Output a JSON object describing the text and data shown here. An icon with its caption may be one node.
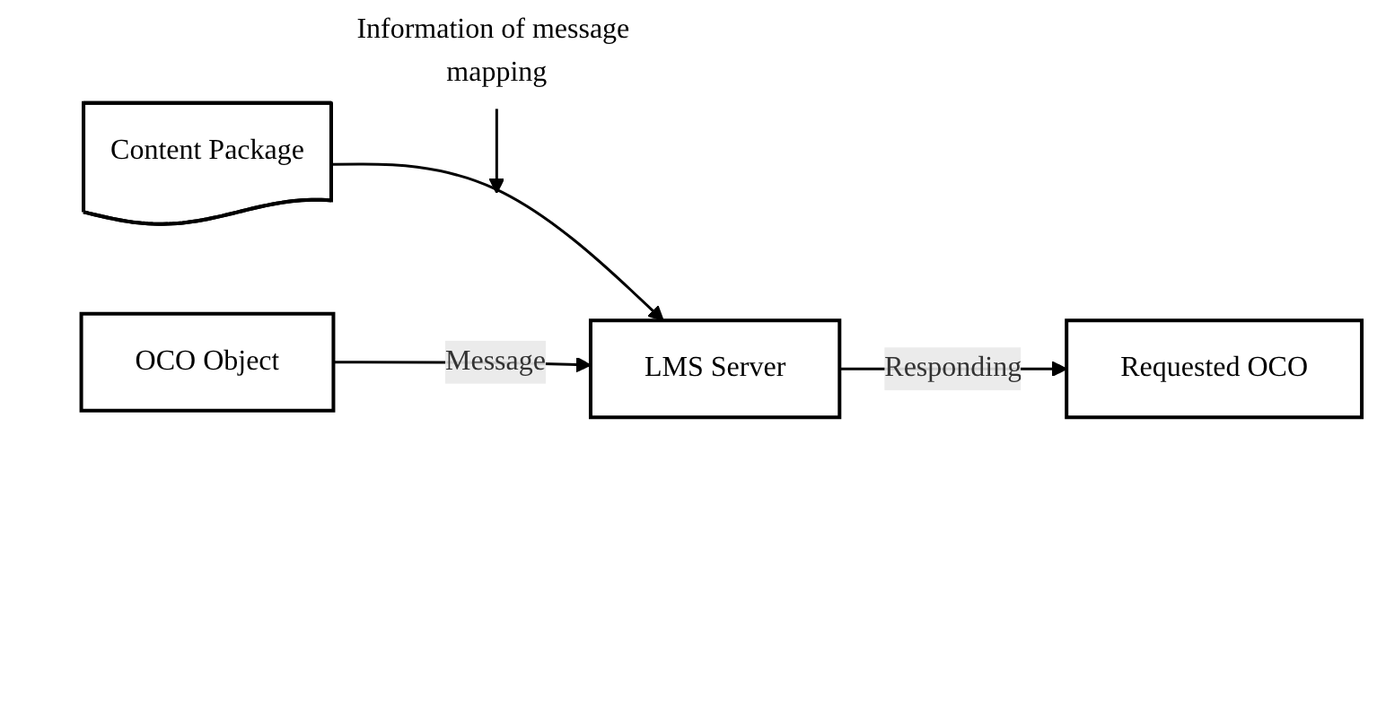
{
  "diagram": {
    "nodes": [
      {
        "text": [
          "LMS Server"
        ]
      },
      {
        "text": [
          "Content Package"
        ]
      },
      {
        "text": [
          "OCO Object"
        ]
      },
      {
        "text": [
          "Requested OCO"
        ]
      },
      {
        "text": [
          "Information of message mapping"
        ]
      }
    ],
    "edges": [
      {
        "from": 1,
        "to": 0,
        "arrow": "to"
      },
      {
        "from": 4,
        "to": null,
        "arrow": "to"
      },
      {
        "from": 2,
        "to": 0,
        "label": "Message",
        "arrow": "to"
      },
      {
        "from": 0,
        "to": 3,
        "label": "Responding",
        "arrow": "to"
      }
    ]
  }
}
